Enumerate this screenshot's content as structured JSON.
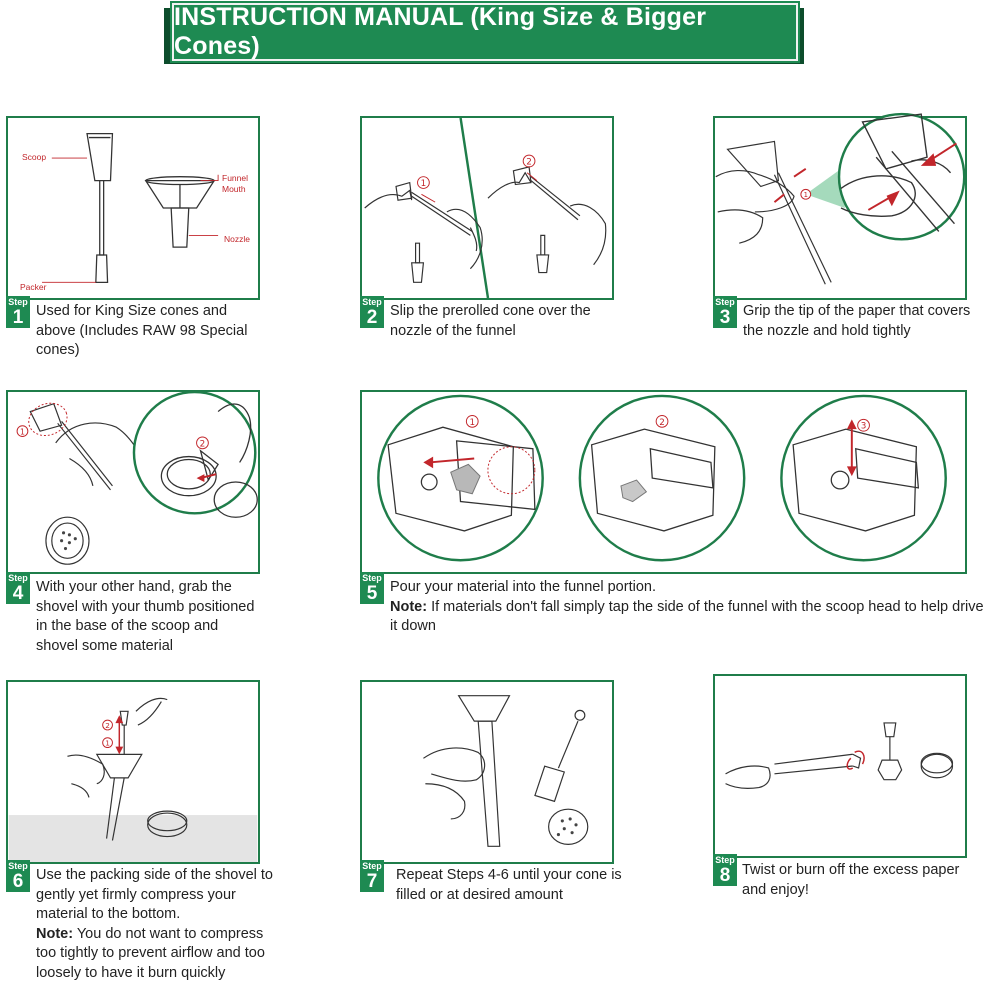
{
  "banner": {
    "title": "INSTRUCTION MANUAL (King Size & Bigger Cones)"
  },
  "colors": {
    "green": "#1e8a52",
    "dark_green": "#0d4d2c",
    "frame_green": "#1f7d4a",
    "red": "#c2262b"
  },
  "step_word": "Step",
  "steps": [
    {
      "num": "1",
      "text": "Used for King Size cones and above (Includes RAW 98 Special cones)",
      "labels": {
        "scoop": "Scoop",
        "funnel": "Funnel",
        "mouth": "Mouth",
        "nozzle": "Nozzle",
        "packer": "Packer"
      }
    },
    {
      "num": "2",
      "text": "Slip the prerolled cone over the nozzle of the funnel",
      "markers": [
        "1",
        "2"
      ]
    },
    {
      "num": "3",
      "text": "Grip the tip of the paper that covers the nozzle and hold tightly",
      "markers": [
        "1"
      ]
    },
    {
      "num": "4",
      "text": "With your other hand, grab the shovel with your thumb positioned in the base of the scoop and shovel some material",
      "markers": [
        "1",
        "2"
      ]
    },
    {
      "num": "5",
      "text": "Pour your material into the funnel portion.",
      "note_label": "Note:",
      "note": "If materials don't fall simply tap the side of the funnel with the scoop head to help drive it down",
      "markers": [
        "1",
        "2",
        "3"
      ]
    },
    {
      "num": "6",
      "text": "Use the packing side of the shovel to gently yet firmly compress your material to the bottom.",
      "note_label": "Note:",
      "note": "You do not want to compress too tightly to prevent airflow and too loosely to have it burn quickly",
      "markers": [
        "1",
        "2"
      ]
    },
    {
      "num": "7",
      "text": "Repeat Steps 4-6 until your cone is filled or at desired amount"
    },
    {
      "num": "8",
      "text": "Twist or burn off the excess paper and enjoy!"
    }
  ]
}
